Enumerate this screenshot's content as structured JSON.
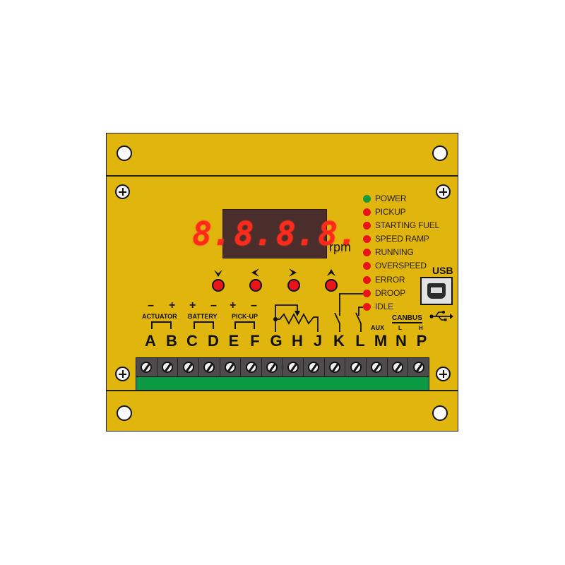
{
  "display": {
    "digits": [
      "8.",
      "8.",
      "8.",
      "8."
    ],
    "unit": "rpm",
    "color": "#ff2a1a"
  },
  "buttons": [
    {
      "name": "down",
      "icon": "chevron-down-icon"
    },
    {
      "name": "left",
      "icon": "chevron-left-icon"
    },
    {
      "name": "right",
      "icon": "chevron-right-icon"
    },
    {
      "name": "up",
      "icon": "chevron-up-icon"
    }
  ],
  "leds": [
    {
      "label": "POWER",
      "color": "#1a9a3a"
    },
    {
      "label": "PICKUP",
      "color": "#e8141a"
    },
    {
      "label": "STARTING FUEL",
      "color": "#e8141a"
    },
    {
      "label": "SPEED RAMP",
      "color": "#e8141a"
    },
    {
      "label": "RUNNING",
      "color": "#e8141a"
    },
    {
      "label": "OVERSPEED",
      "color": "#e8141a"
    },
    {
      "label": "ERROR",
      "color": "#e8141a"
    },
    {
      "label": "DROOP",
      "color": "#e8141a"
    },
    {
      "label": "IDLE",
      "color": "#e8141a"
    }
  ],
  "usb": {
    "label": "USB",
    "icon": "usb-icon"
  },
  "groups": {
    "actuator": {
      "label": "ACTUATOR",
      "signs": [
        "–",
        "+"
      ]
    },
    "battery": {
      "label": "BATTERY",
      "signs": [
        "+",
        "–"
      ]
    },
    "pickup": {
      "label": "PICK-UP",
      "signs": [
        "+",
        "–"
      ]
    },
    "aux": {
      "label": "AUX"
    },
    "canbus": {
      "label": "CANBUS",
      "low": "L",
      "high": "H"
    }
  },
  "terminals": [
    "A",
    "B",
    "C",
    "D",
    "E",
    "F",
    "G",
    "H",
    "J",
    "K",
    "L",
    "M",
    "N",
    "P"
  ],
  "colors": {
    "board": "#e0b50e",
    "terminal_block": "#4d4b4c",
    "terminal_base": "#0b9a43"
  }
}
